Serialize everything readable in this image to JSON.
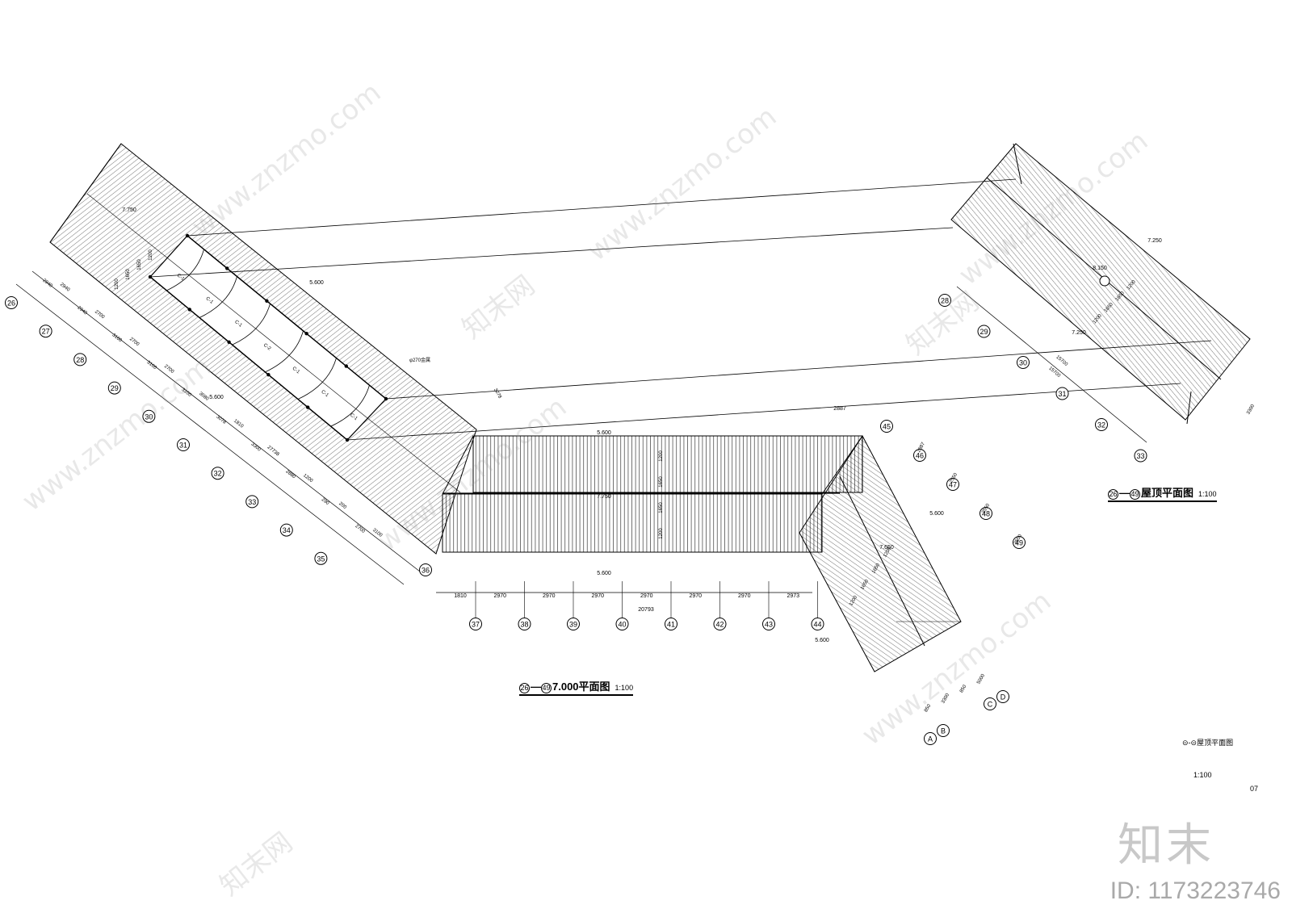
{
  "drawing": {
    "plan_caption": {
      "prefix_a": "26",
      "prefix_b": "49",
      "text": "7.000平面图",
      "scale": "1:100"
    },
    "roof_caption": {
      "prefix_a": "26",
      "prefix_b": "49",
      "text": "屋顶平面图",
      "scale": "1:100"
    },
    "small_caption": {
      "text": "⊝-⊝屋顶平面图",
      "scale": "1:100",
      "sheet": "07"
    },
    "left_wing": {
      "axes": [
        "26",
        "27",
        "28",
        "29",
        "30",
        "31",
        "32",
        "33",
        "34",
        "35",
        "36"
      ],
      "dims": [
        "2940",
        "2940",
        "2940",
        "2700",
        "3100",
        "2700",
        "3100",
        "2700",
        "3100",
        "3080",
        "3078",
        "1810",
        "3300",
        "27738",
        "2880",
        "1200",
        "290",
        "200",
        "2700",
        "3100"
      ],
      "elevations": [
        "7.750",
        "5.600",
        "5.600",
        "φ270金属"
      ],
      "beam_labels": [
        "C-1",
        "C-1",
        "C-1",
        "C-2",
        "C-1",
        "C-1",
        "C-1"
      ],
      "spans": [
        "1200",
        "1650",
        "1650",
        "1200"
      ]
    },
    "middle": {
      "axes": [
        "37",
        "38",
        "39",
        "40",
        "41",
        "42",
        "43",
        "44"
      ],
      "dims": [
        "1810",
        "2970",
        "2970",
        "2970",
        "2970",
        "2970",
        "2970",
        "2973"
      ],
      "total": "20793",
      "elevations": [
        "5.600",
        "7.750",
        "5.600"
      ],
      "vertical": [
        "1200",
        "1650",
        "1650",
        "1200"
      ],
      "top_dims": [
        "3078",
        "2887"
      ]
    },
    "right_wing": {
      "axes": [
        "45",
        "46",
        "47",
        "48",
        "49"
      ],
      "dims": [
        "2887",
        "2550",
        "2550",
        "2550"
      ],
      "elevations": [
        "5.600",
        "7.650",
        "5.600"
      ],
      "spans": [
        "1200",
        "1650",
        "1650",
        "1200"
      ],
      "bottom_axes": [
        "A",
        "B",
        "C",
        "D"
      ],
      "bottom_dims": [
        "850",
        "3300",
        "850",
        "5000"
      ]
    },
    "roof_plan": {
      "axes": [
        "28",
        "29",
        "30",
        "31",
        "32",
        "33"
      ],
      "elevations": [
        "7.250",
        "8.150",
        "7.250"
      ],
      "dims": [
        "15700",
        "15700",
        "3300",
        "1200",
        "1650",
        "1650",
        "1200"
      ]
    }
  },
  "watermark": {
    "site": "www.znzmo.com",
    "brand_cn": "知末网",
    "brand": "知末",
    "id_text": "ID: 1173223746"
  }
}
